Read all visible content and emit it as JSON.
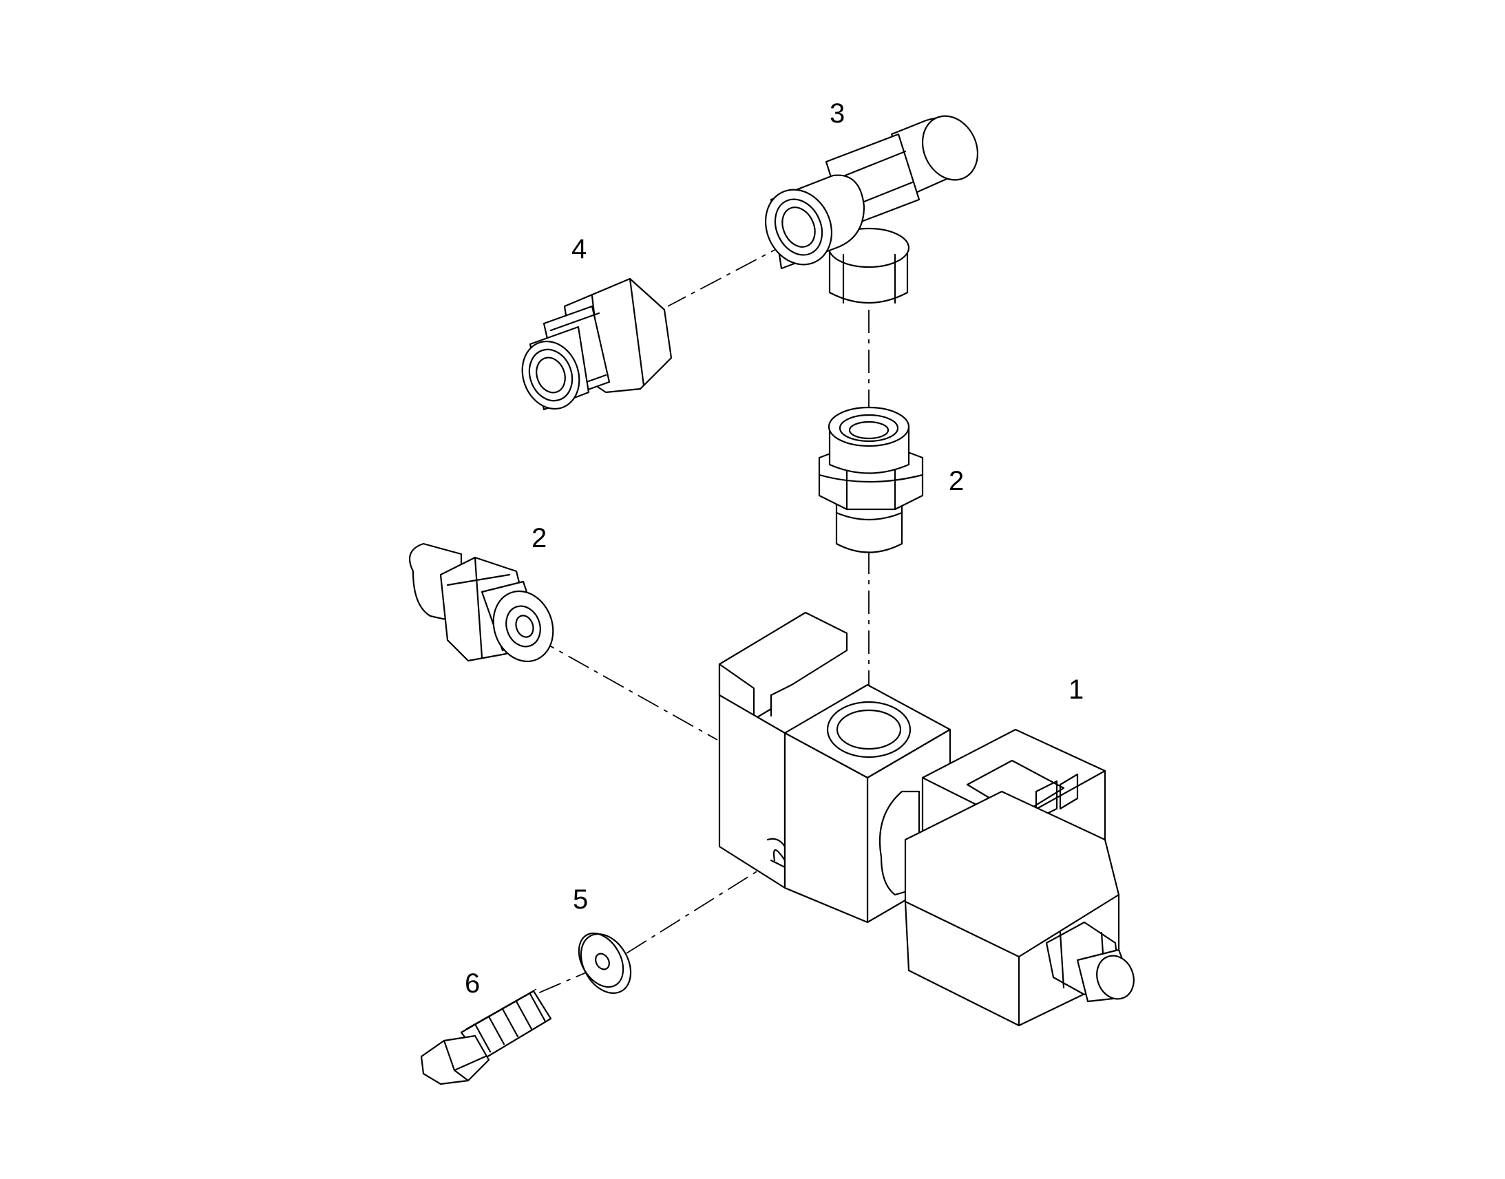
{
  "diagram": {
    "callouts": [
      {
        "id": "c1",
        "label": "1"
      },
      {
        "id": "c2a",
        "label": "2"
      },
      {
        "id": "c2b",
        "label": "2"
      },
      {
        "id": "c3",
        "label": "3"
      },
      {
        "id": "c4",
        "label": "4"
      },
      {
        "id": "c5",
        "label": "5"
      },
      {
        "id": "c6",
        "label": "6"
      }
    ],
    "parts": [
      {
        "callout": "1",
        "icon": "solenoid-valve-body-icon"
      },
      {
        "callout": "2",
        "icon": "straight-adapter-fitting-icon"
      },
      {
        "callout": "3",
        "icon": "tee-fitting-icon"
      },
      {
        "callout": "4",
        "icon": "union-fitting-icon"
      },
      {
        "callout": "5",
        "icon": "flat-washer-icon"
      },
      {
        "callout": "6",
        "icon": "hex-bolt-icon"
      }
    ],
    "line_color": "#000000",
    "background": "#ffffff"
  }
}
